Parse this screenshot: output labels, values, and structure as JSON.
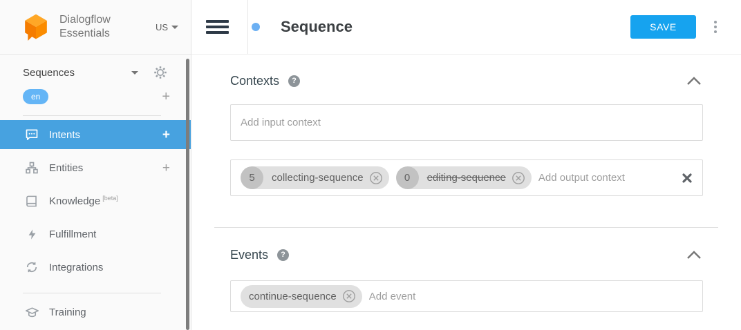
{
  "app": {
    "brand_line1": "Dialogflow",
    "brand_line2": "Essentials",
    "region": "US"
  },
  "sidebar": {
    "agent_name": "Sequences",
    "language_badge": "en",
    "items": [
      {
        "label": "Intents",
        "plus": "+",
        "active": true
      },
      {
        "label": "Entities",
        "plus": "+"
      },
      {
        "label": "Knowledge",
        "badge": "[beta]"
      },
      {
        "label": "Fulfillment"
      },
      {
        "label": "Integrations"
      },
      {
        "label": "Training"
      }
    ]
  },
  "header": {
    "title": "Sequence",
    "save_label": "SAVE"
  },
  "contexts": {
    "title": "Contexts",
    "help": "?",
    "input_placeholder": "Add input context",
    "output_placeholder": "Add output context",
    "output_chips": [
      {
        "lifespan": "5",
        "name": "collecting-sequence"
      },
      {
        "lifespan": "0",
        "name": "editing-sequence"
      }
    ]
  },
  "events": {
    "title": "Events",
    "help": "?",
    "placeholder": "Add event",
    "chips": [
      {
        "name": "continue-sequence"
      }
    ]
  },
  "colors": {
    "active_nav": "#47a2e0",
    "save_button": "#16a3ef",
    "language_badge": "#64b5f6",
    "title_dot": "#6cb0f3",
    "chip_background": "#e0e0e0",
    "chip_number_circle": "#c2c2c2"
  }
}
